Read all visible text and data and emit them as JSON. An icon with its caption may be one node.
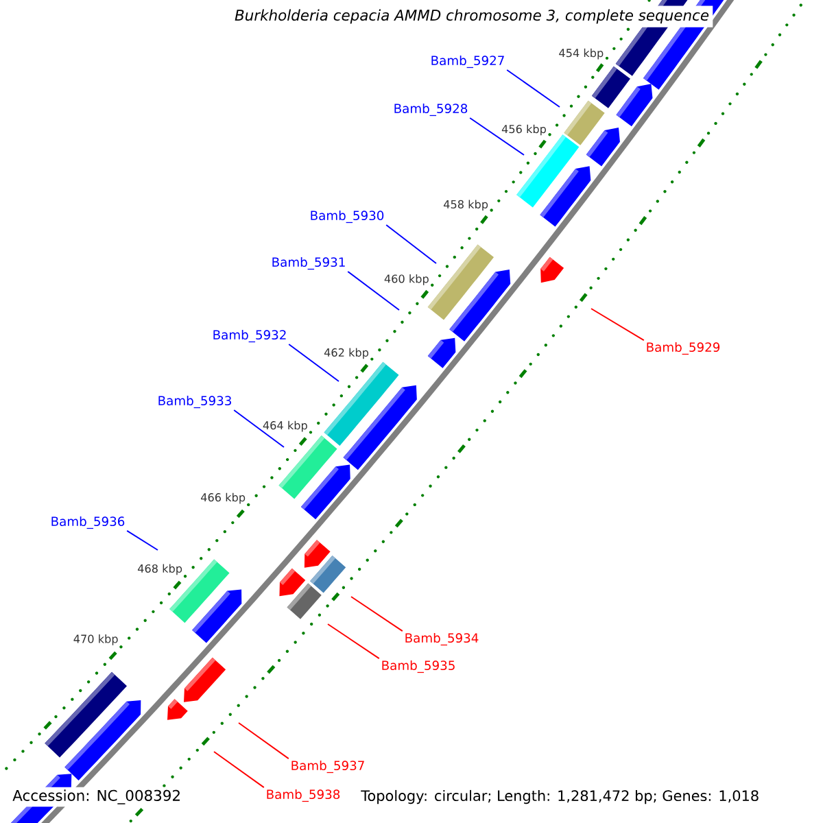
{
  "diagram": {
    "title": "Burkholderia cepacia AMMD chromosome 3, complete sequence",
    "nodes": [
      {
        "text": [
          "Bamb_5927"
        ]
      },
      {
        "text": [
          "Bamb_5928"
        ]
      },
      {
        "text": [
          "Bamb_5930"
        ]
      },
      {
        "text": [
          "Bamb_5931"
        ]
      },
      {
        "text": [
          "Bamb_5932"
        ]
      },
      {
        "text": [
          "Bamb_5929"
        ]
      },
      {
        "text": [
          "Bamb_5933"
        ]
      },
      {
        "text": [
          "Bamb_5936"
        ]
      },
      {
        "text": [
          "Bamb_5934"
        ]
      },
      {
        "text": [
          "Bamb_5935"
        ]
      },
      {
        "text": [
          "Bamb_5937"
        ]
      },
      {
        "text": [
          "Bamb_5938"
        ]
      }
    ],
    "edges": [
      {
        "from": 0,
        "to": null,
        "arrow": "none"
      },
      {
        "from": 1,
        "to": null,
        "arrow": "none"
      },
      {
        "from": 2,
        "to": null,
        "arrow": "none"
      },
      {
        "from": 3,
        "to": null,
        "arrow": "none"
      },
      {
        "from": 4,
        "to": null,
        "arrow": "none"
      },
      {
        "from": 5,
        "to": null,
        "arrow": "none",
        "color": "#ff0000"
      },
      {
        "from": 6,
        "to": null,
        "arrow": "none"
      },
      {
        "from": 7,
        "to": null,
        "arrow": "none"
      },
      {
        "from": 8,
        "to": null,
        "arrow": "none",
        "color": "#ff0000"
      },
      {
        "from": 9,
        "to": null,
        "arrow": "none",
        "color": "#ff0000"
      },
      {
        "from": 10,
        "to": null,
        "arrow": "none",
        "color": "#ff0000"
      },
      {
        "from": 11,
        "to": null,
        "arrow": "none",
        "color": "#ff0000"
      }
    ],
    "labels": [
      "454 kbp",
      "456 kbp",
      "458 kbp",
      "460 kbp",
      "462 kbp",
      "464 kbp",
      "466 kbp",
      "468 kbp",
      "470 kbp",
      "Accession: NC_008392",
      "Topology: circular; Length: 1,281,472 bp; Genes: 1,018"
    ]
  }
}
